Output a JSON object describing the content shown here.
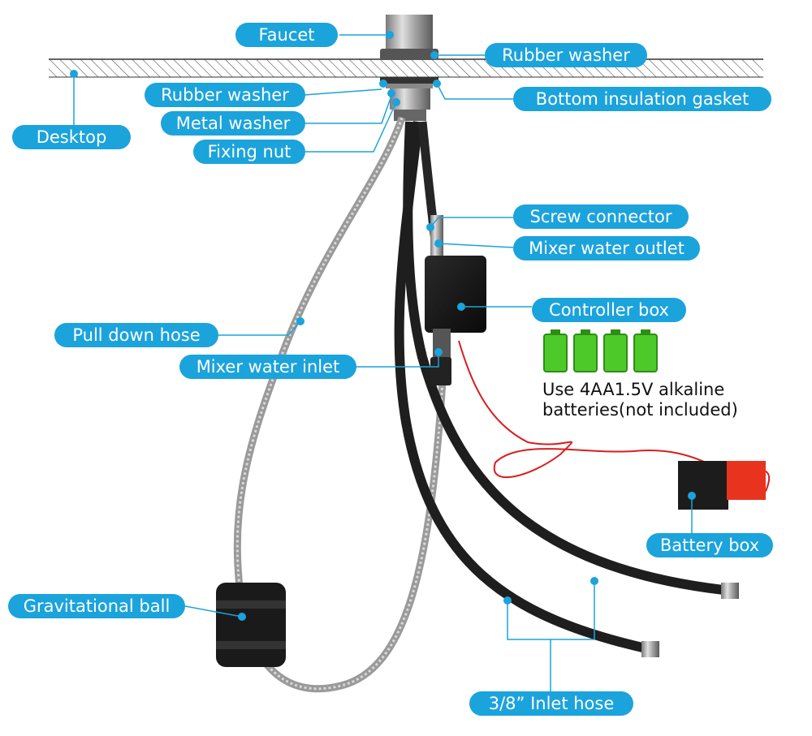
{
  "labels": {
    "faucet": "Faucet",
    "rubber_washer_top": "Rubber washer",
    "rubber_washer": "Rubber washer",
    "bottom_insulation_gasket": "Bottom insulation gasket",
    "desktop": "Desktop",
    "metal_washer": "Metal washer",
    "fixing_nut": "Fixing nut",
    "screw_connector": "Screw connector",
    "mixer_water_outlet": "Mixer water outlet",
    "controller_box": "Controller box",
    "pull_down_hose": "Pull down hose",
    "mixer_water_inlet": "Mixer water inlet",
    "battery_box": "Battery box",
    "gravitational_ball": "Gravitational ball",
    "inlet_hose": "3/8”  Inlet hose"
  },
  "battery_note": {
    "line1": "Use 4AA1.5V alkaline",
    "line2": "batteries(not included)"
  },
  "colors": {
    "label_fill": "#1ba3dc",
    "leader_line": "#1ba3dc",
    "battery_green": "#4ec92a",
    "battery_box_red": "#e8341f",
    "wire_red": "#d81e1e"
  },
  "battery_icons": {
    "count": 4,
    "level": 1.0
  }
}
